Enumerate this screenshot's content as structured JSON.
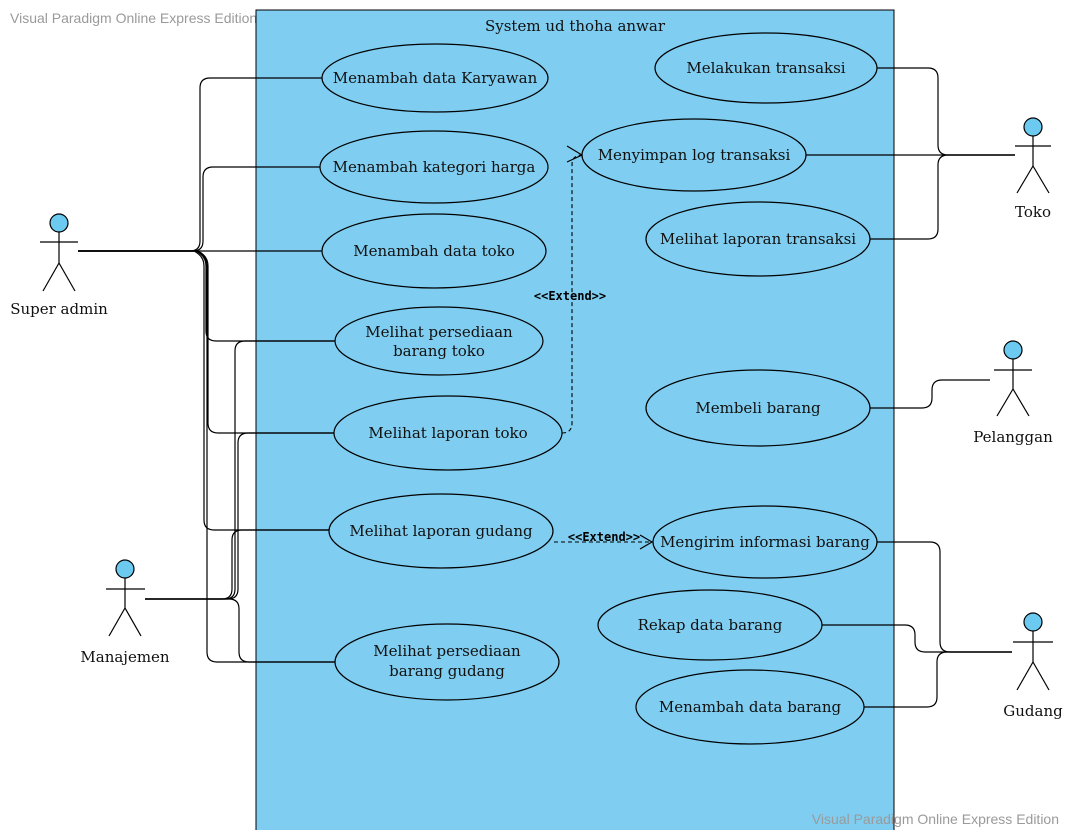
{
  "watermark": "Visual Paradigm Online Express Edition",
  "system": {
    "title": "System ud thoha anwar"
  },
  "actors": {
    "super_admin": "Super admin",
    "manajemen": "Manajemen",
    "toko": "Toko",
    "pelanggan": "Pelanggan",
    "gudang": "Gudang"
  },
  "use_cases": {
    "tambah_karyawan": "Menambah data Karyawan",
    "tambah_kategori": "Menambah kategori harga",
    "tambah_toko": "Menambah data toko",
    "persediaan_toko": [
      "Melihat persediaan",
      "barang toko"
    ],
    "laporan_toko": "Melihat laporan toko",
    "laporan_gudang": "Melihat laporan gudang",
    "persediaan_gudang": [
      "Melihat persediaan",
      "barang gudang"
    ],
    "transaksi": "Melakukan transaksi",
    "log_transaksi": "Menyimpan log transaksi",
    "laporan_transaksi": "Melihat laporan transaksi",
    "membeli": "Membeli barang",
    "kirim_info": "Mengirim informasi barang",
    "rekap": "Rekap data barang",
    "tambah_barang": "Menambah data barang"
  },
  "relations": {
    "extend_1": "<<Extend>>",
    "extend_2": "<<Extend>>"
  },
  "colors": {
    "system_fill": "#7fcdf0",
    "actor_head": "#6ccaf0",
    "line": "#000000"
  }
}
